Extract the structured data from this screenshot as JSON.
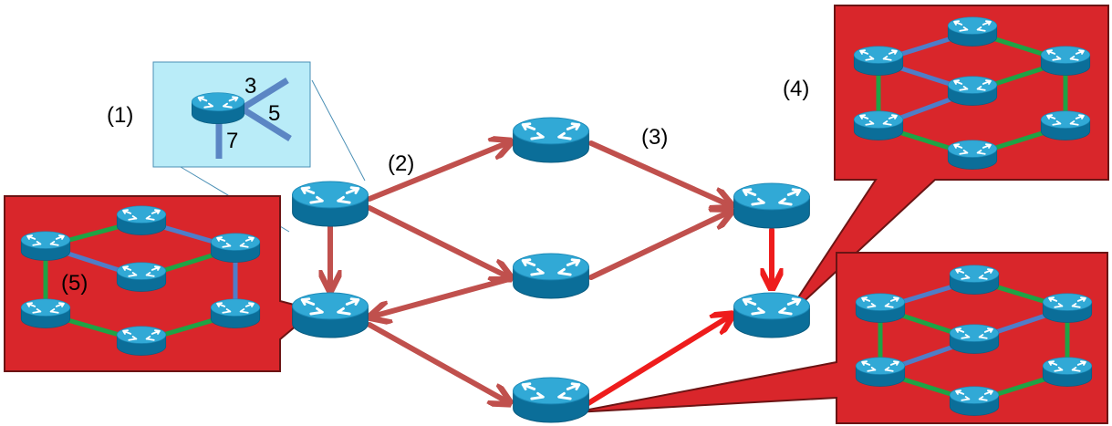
{
  "colors": {
    "main_arrow": "#c0504d",
    "highlight_arrow": "#ee1c1c",
    "callout_fill": "#d9262b",
    "callout_border": "#6b1414",
    "inset_fill": "#b9ecf8",
    "inset_border": "#4a8fb5",
    "link_green": "#1ea345",
    "link_blue": "#4f7dc8",
    "router_top": "#31a9d6",
    "router_side": "#0b6e99"
  },
  "labels": {
    "step1": "(1)",
    "step2": "(2)",
    "step3": "(3)",
    "step4": "(4)",
    "step5": "(5)"
  },
  "inset": {
    "port_a": "3",
    "port_b": "5",
    "port_c": "7"
  },
  "icons": {
    "router": "router-icon"
  }
}
